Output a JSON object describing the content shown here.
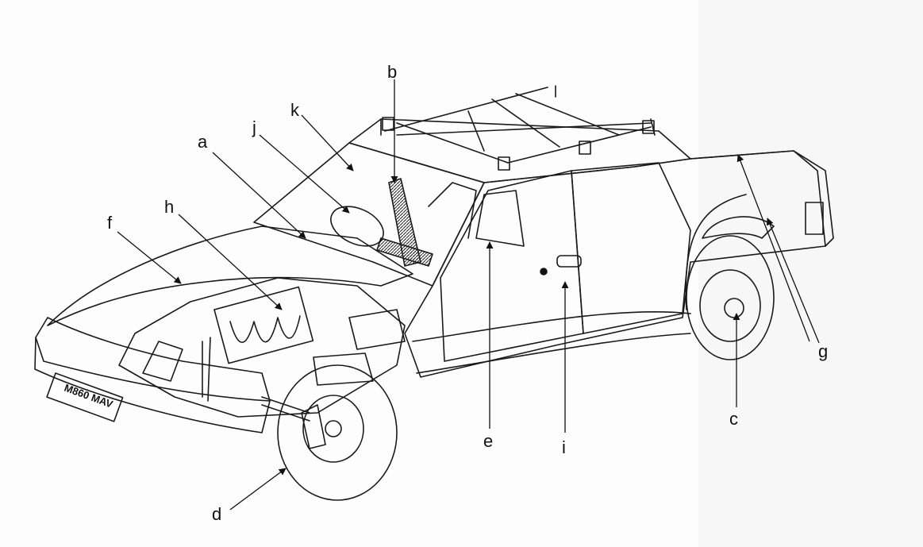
{
  "diagram": {
    "plate": "M860 MAV",
    "labels": {
      "a": "a",
      "b": "b",
      "c": "c",
      "d": "d",
      "e": "e",
      "f": "f",
      "g": "g",
      "h": "h",
      "i": "i",
      "j": "j",
      "k": "k"
    }
  }
}
